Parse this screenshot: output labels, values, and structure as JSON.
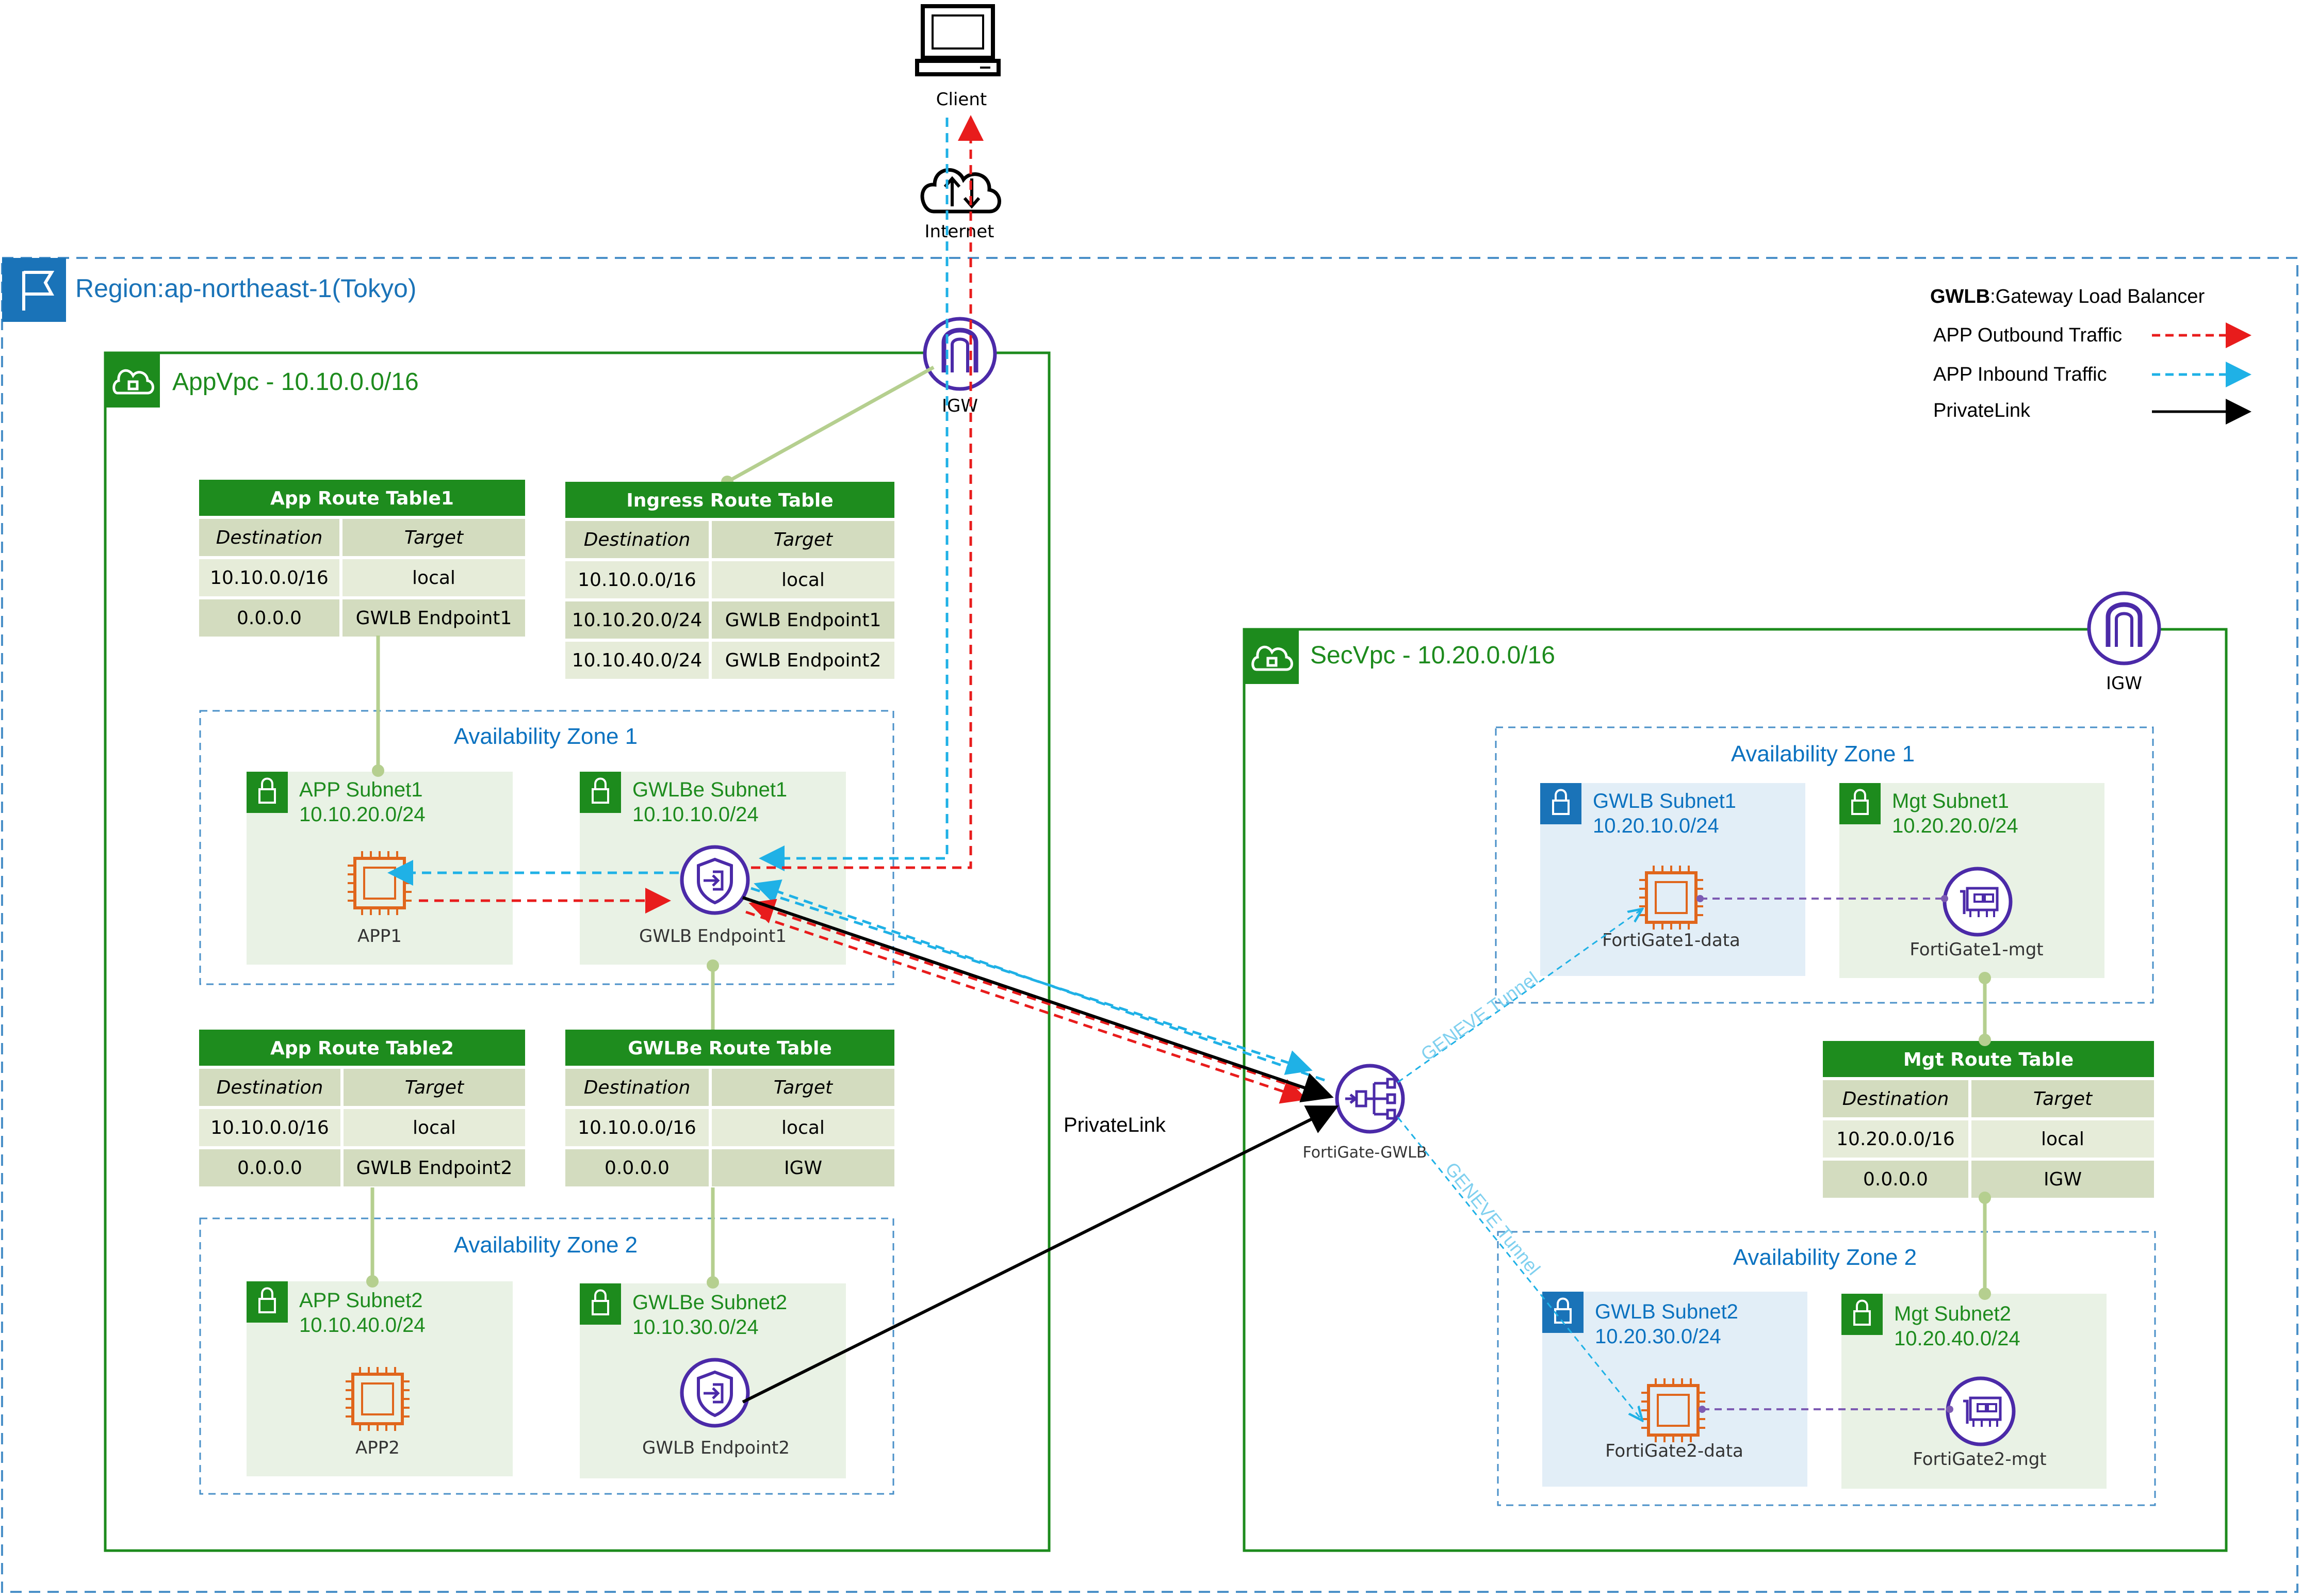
{
  "client": {
    "label": "Client"
  },
  "internet": {
    "label": "Internet"
  },
  "region": {
    "label": "Region:ap-northeast-1(Tokyo)"
  },
  "legend": {
    "gwlb_bold": "GWLB",
    "gwlb_rest": ":Gateway Load Balancer",
    "outbound": "APP Outbound Traffic",
    "inbound": "APP Inbound Traffic",
    "privatelink": "PrivateLink"
  },
  "colors": {
    "green": "#1d8b1d",
    "header_green": "#1e8c1e",
    "table_light": "#e6ecd9",
    "table_mid": "#d3dcbf",
    "subnet_green": "#e9f2e5",
    "subnet_blue": "#e2eef7",
    "az_blue": "#0b72c0",
    "outbound_red": "#e81c1c",
    "inbound_blue": "#1fb1e6",
    "purple": "#4b2aa8",
    "orange": "#e0661c"
  },
  "appvpc": {
    "label": "AppVpc - 10.10.0.0/16",
    "igw": "IGW",
    "rt1": {
      "title": "App Route Table1",
      "col1": "Destination",
      "col2": "Target",
      "rows": [
        [
          "10.10.0.0/16",
          "local"
        ],
        [
          "0.0.0.0",
          "GWLB Endpoint1"
        ]
      ]
    },
    "ingress": {
      "title": "Ingress Route Table",
      "col1": "Destination",
      "col2": "Target",
      "rows": [
        [
          "10.10.0.0/16",
          "local"
        ],
        [
          "10.10.20.0/24",
          "GWLB Endpoint1"
        ],
        [
          "10.10.40.0/24",
          "GWLB Endpoint2"
        ]
      ]
    },
    "rt2": {
      "title": "App Route Table2",
      "col1": "Destination",
      "col2": "Target",
      "rows": [
        [
          "10.10.0.0/16",
          "local"
        ],
        [
          "0.0.0.0",
          "GWLB Endpoint2"
        ]
      ]
    },
    "gwlbe_rt": {
      "title": "GWLBe Route Table",
      "col1": "Destination",
      "col2": "Target",
      "rows": [
        [
          "10.10.0.0/16",
          "local"
        ],
        [
          "0.0.0.0",
          "IGW"
        ]
      ]
    },
    "az1": "Availability Zone 1",
    "az2": "Availability Zone 2",
    "app_subnet1": {
      "name": "APP Subnet1",
      "cidr": "10.10.20.0/24"
    },
    "gwlbe_subnet1": {
      "name": "GWLBe Subnet1",
      "cidr": "10.10.10.0/24"
    },
    "app_subnet2": {
      "name": "APP Subnet2",
      "cidr": "10.10.40.0/24"
    },
    "gwlbe_subnet2": {
      "name": "GWLBe Subnet2",
      "cidr": "10.10.30.0/24"
    },
    "app1": "APP1",
    "app2": "APP2",
    "endpoint1": "GWLB Endpoint1",
    "endpoint2": "GWLB Endpoint2"
  },
  "privatelink_label": "PrivateLink",
  "secvpc": {
    "label": "SecVpc - 10.20.0.0/16",
    "igw": "IGW",
    "az1": "Availability Zone 1",
    "az2": "Availability Zone 2",
    "gwlb_subnet1": {
      "name": "GWLB Subnet1",
      "cidr": "10.20.10.0/24"
    },
    "mgt_subnet1": {
      "name": "Mgt Subnet1",
      "cidr": "10.20.20.0/24"
    },
    "gwlb_subnet2": {
      "name": "GWLB Subnet2",
      "cidr": "10.20.30.0/24"
    },
    "mgt_subnet2": {
      "name": "Mgt Subnet2",
      "cidr": "10.20.40.0/24"
    },
    "fg1_data": "FortiGate1-data",
    "fg1_mgt": "FortiGate1-mgt",
    "fg2_data": "FortiGate2-data",
    "fg2_mgt": "FortiGate2-mgt",
    "gwlb": "FortiGate-GWLB",
    "geneve1": "GENEVE Tunnel",
    "geneve2": "GENEVE Tunnel",
    "mgt_rt": {
      "title": "Mgt Route Table",
      "col1": "Destination",
      "col2": "Target",
      "rows": [
        [
          "10.20.0.0/16",
          "local"
        ],
        [
          "0.0.0.0",
          "IGW"
        ]
      ]
    }
  }
}
